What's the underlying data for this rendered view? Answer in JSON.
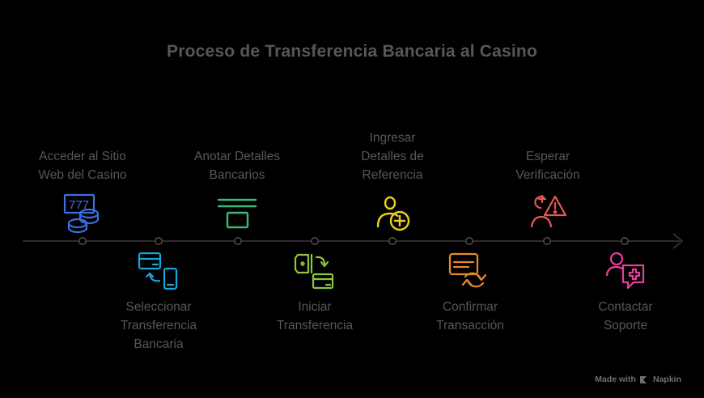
{
  "page": {
    "background": "#000000",
    "title": "Proceso de Transferencia Bancaria al Casino",
    "title_color": "#55575b",
    "label_color": "#55575b"
  },
  "timeline": {
    "axis_color": "#3a3a3a",
    "marker_count": 8,
    "has_arrow_head": true
  },
  "steps": [
    {
      "index": 1,
      "label": "Acceder al Sitio\nWeb del Casino",
      "position": "above",
      "icon": "slot-machine-777-coins-icon",
      "color": "#3b6fe0"
    },
    {
      "index": 2,
      "label": "Seleccionar\nTransferencia\nBancaria",
      "position": "below",
      "icon": "credit-card-mobile-transfer-icon",
      "color": "#16a6dd"
    },
    {
      "index": 3,
      "label": "Anotar Detalles\nBancarios",
      "position": "above",
      "icon": "bank-counter-note-icon",
      "color": "#3cb878"
    },
    {
      "index": 4,
      "label": "Iniciar\nTransferencia",
      "position": "below",
      "icon": "wallet-arrow-card-icon",
      "color": "#8cc63e"
    },
    {
      "index": 5,
      "label": "Ingresar\nDetalles de\nReferencia",
      "position": "above",
      "icon": "add-user-plus-icon",
      "color": "#e8d117"
    },
    {
      "index": 6,
      "label": "Confirmar\nTransacción",
      "position": "below",
      "icon": "credit-card-refresh-icon",
      "color": "#e98a28"
    },
    {
      "index": 7,
      "label": "Esperar\nVerificación",
      "position": "above",
      "icon": "person-warning-triangle-icon",
      "color": "#e55b52"
    },
    {
      "index": 8,
      "label": "Contactar\nSoporte",
      "position": "below",
      "icon": "support-chat-person-icon",
      "color": "#e8409a"
    }
  ],
  "watermark": {
    "text_before": "Made with",
    "brand": "Napkin",
    "color": "#6d6f72"
  }
}
